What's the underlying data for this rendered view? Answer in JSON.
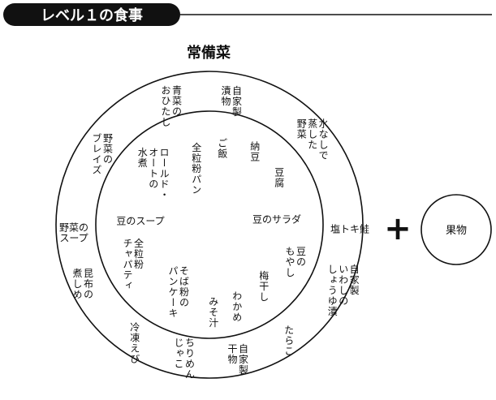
{
  "header": {
    "title": "レベル１の食事"
  },
  "center_title": "常備菜",
  "plus_symbol": "+",
  "side_circle": {
    "label": "果物"
  },
  "outer_ring": [
    "自家製\n漬物",
    "青菜の\nおひたし",
    "水なしで\n蒸した\n野菜",
    "野菜の\nブレイズ",
    "塩トキ鮭",
    "野菜の\nスープ",
    "自家製\nいわしの\nしょうゆ漬",
    "昆布の\n煮しめ",
    "たらこ",
    "冷凍えび",
    "自家製\n干物",
    "ちりめん\nじゃこ"
  ],
  "inner_circle": [
    "ご飯",
    "納豆",
    "全粒粉パン",
    "ロールド・\nオートの\n水煮",
    "豆腐",
    "豆のスープ",
    "豆のサラダ",
    "豆の\nもやし",
    "全粒粉\nチャパティ",
    "梅干し",
    "そば粉の\nパンケーキ",
    "わかめ",
    "みそ汁"
  ],
  "colors": {
    "ink": "#111111",
    "header_bg": "#111111",
    "header_text": "#ffffff",
    "background": "#ffffff"
  }
}
